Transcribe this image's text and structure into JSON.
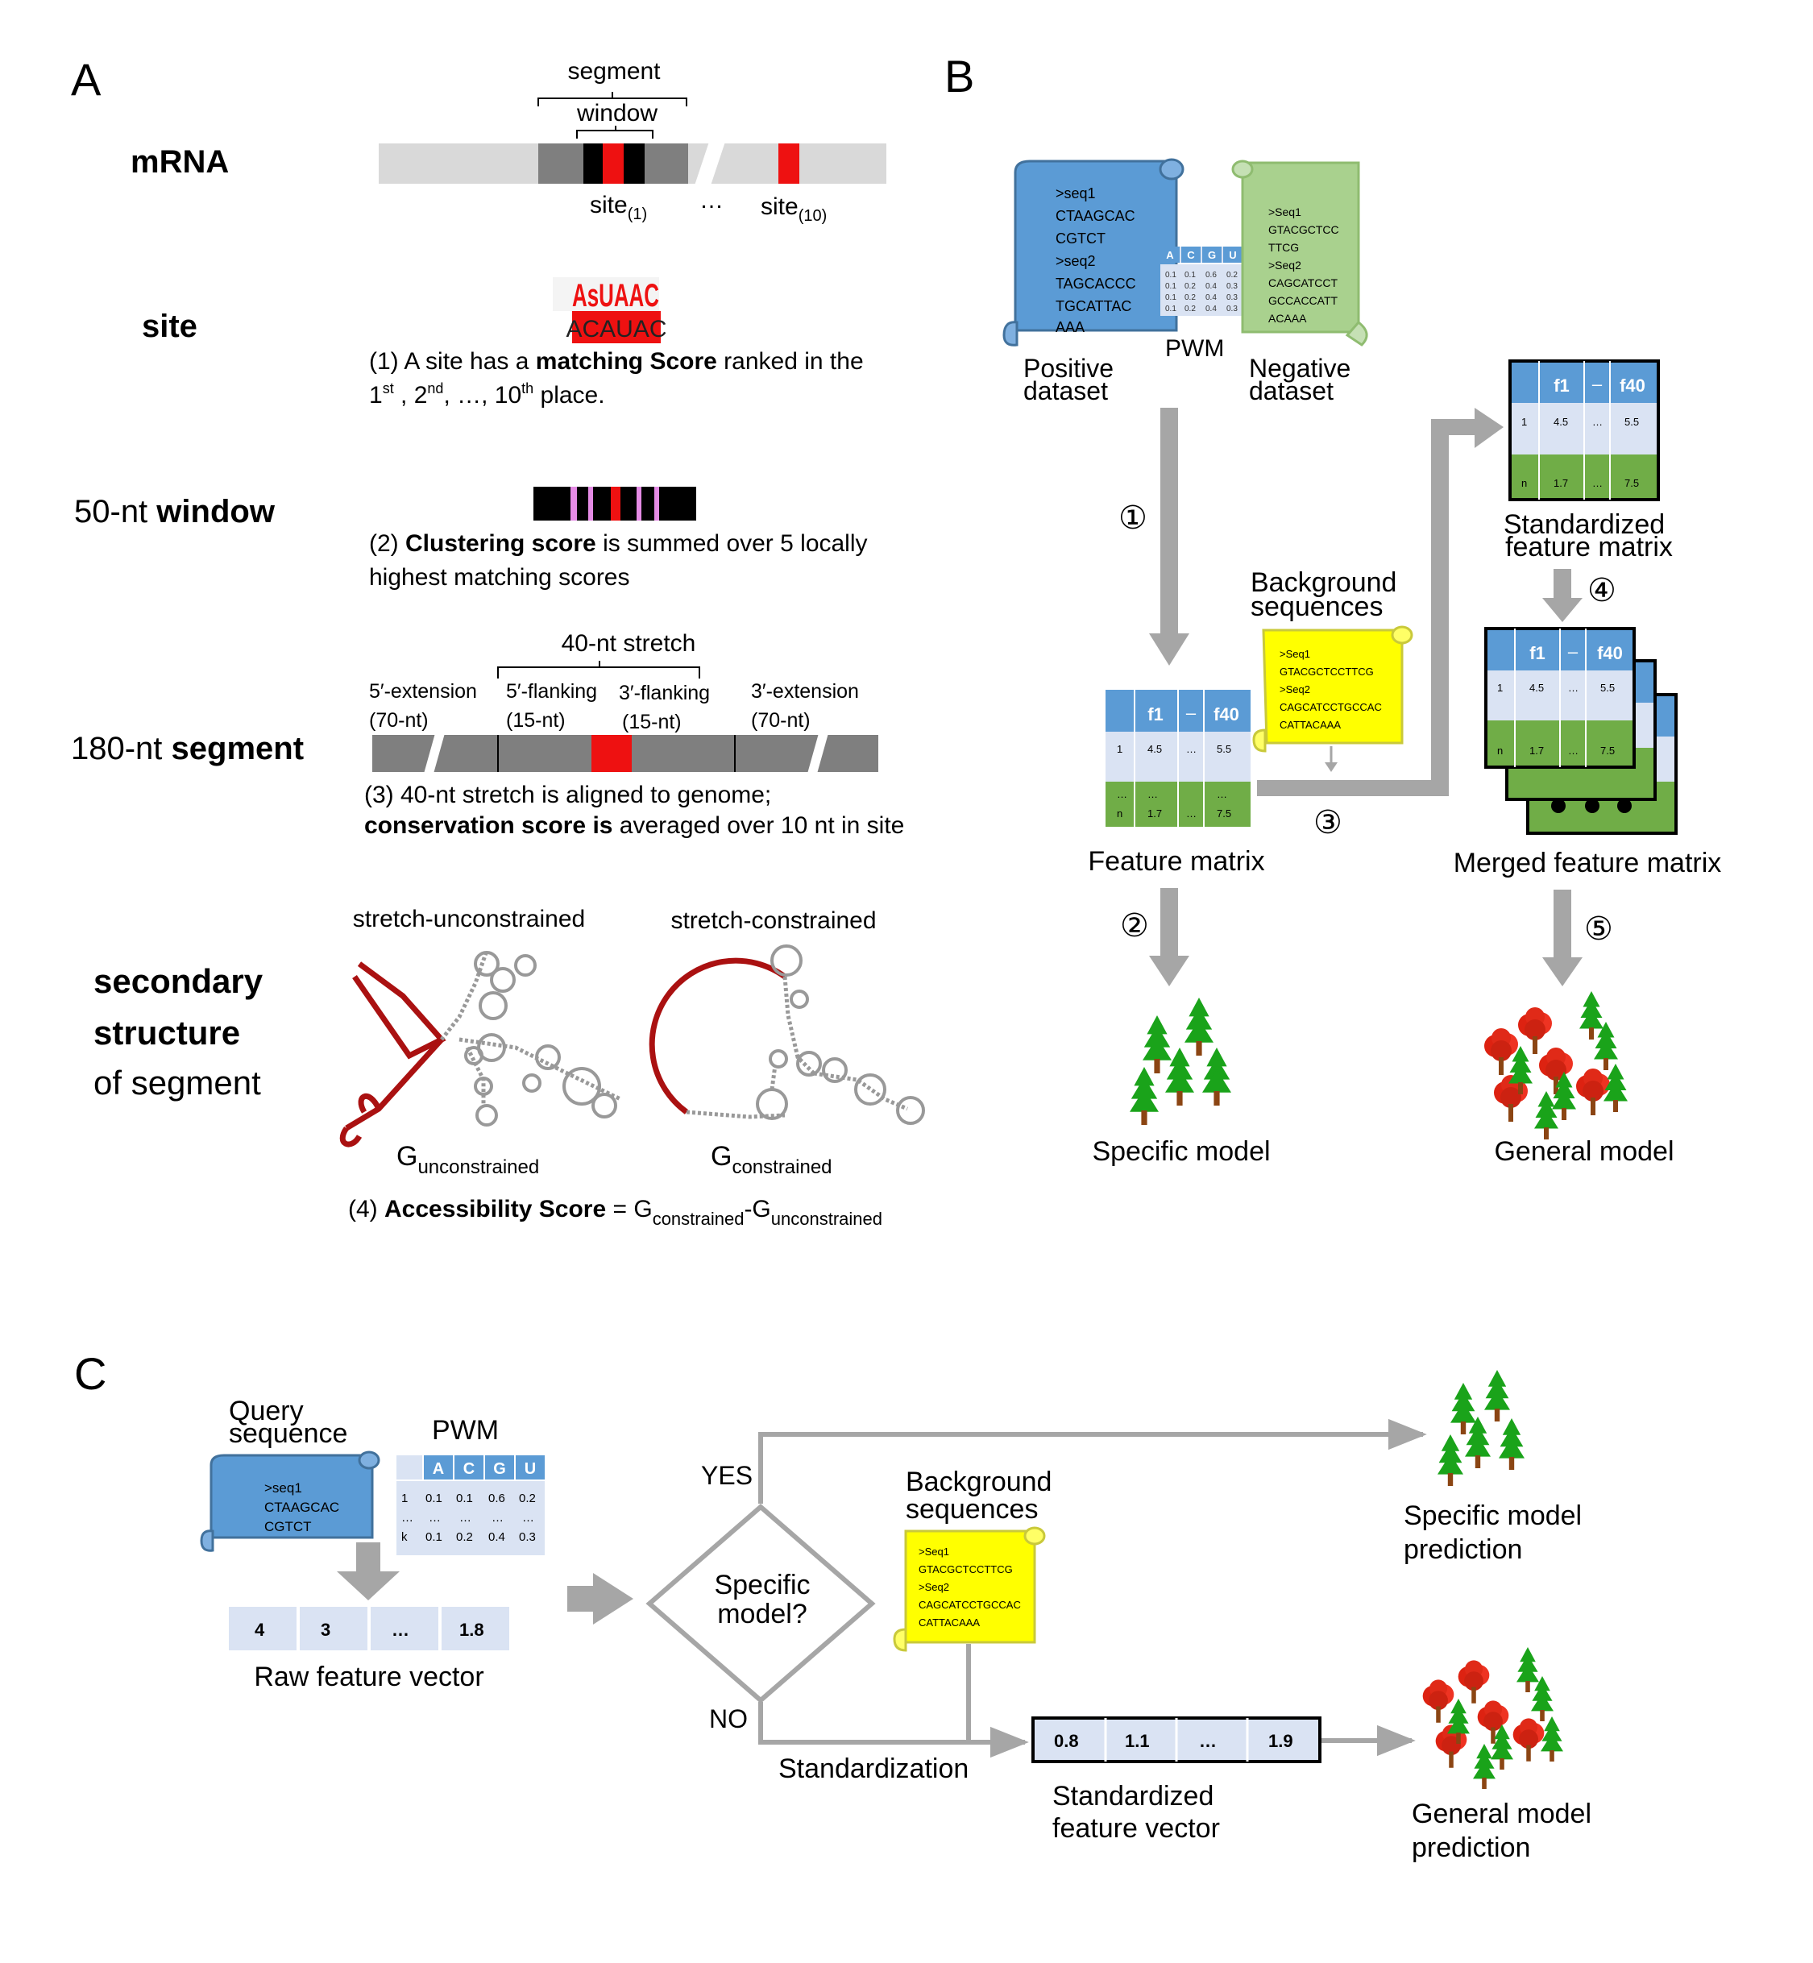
{
  "panels": {
    "a": "A",
    "b": "B",
    "c": "C"
  },
  "colors": {
    "red": "#ee1111",
    "grey_light": "#d9d9d9",
    "grey_dark": "#7f7f7f",
    "black": "#000000",
    "blue": "#5b9bd5",
    "blue_light": "#dae3f3",
    "green": "#a9d18e",
    "green_dark": "#70ad47",
    "yellow": "#ffff00",
    "arrow": "#a6a6a6",
    "pink": "#e58be5",
    "tree": "#1aa31a",
    "trunk": "#8b4513"
  },
  "panel_a": {
    "mrna": {
      "label": "mRNA",
      "segment_label": "segment",
      "window_label": "window",
      "site1": "site",
      "site1_sub": "(1)",
      "ellipsis": "…",
      "site10": "site",
      "site10_sub": "(10)"
    },
    "site": {
      "label": "site",
      "logo_top": "AsUAAC",
      "logo_bottom": "ACAUAC",
      "desc1_a": "(1) A site has a ",
      "desc1_b": "matching Score",
      "desc1_c": " ranked in the",
      "desc2_1": "1",
      "desc2_1s": "st",
      "desc2_2": " , 2",
      "desc2_2s": "nd",
      "desc2_3": ", …, 10",
      "desc2_3s": "th",
      "desc2_4": " place."
    },
    "window": {
      "label_a": "50-nt ",
      "label_b": "window",
      "desc1_a": "(2) ",
      "desc1_b": "Clustering score",
      "desc1_c": " is summed over 5 locally",
      "desc2": "highest matching scores"
    },
    "segment": {
      "label_a": "180-nt ",
      "label_b": "segment",
      "stretch": "40-nt stretch",
      "ext5": "5′-extension",
      "ext5_n": "(70-nt)",
      "fl5": "5′-flanking",
      "fl5_n": "(15-nt)",
      "fl3": "3′-flanking",
      "fl3_n": "(15-nt)",
      "ext3": "3′-extension",
      "ext3_n": "(70-nt)",
      "desc1": "(3) 40-nt stretch is aligned to genome;",
      "desc2_a": "conservation score is",
      "desc2_b": " averaged over 10 nt in site"
    },
    "structure": {
      "label1": "secondary",
      "label2": "structure",
      "label3": "of segment",
      "unc_title": "stretch-unconstrained",
      "con_title": "stretch-constrained",
      "g_unc": "G",
      "g_unc_sub": "unconstrained",
      "g_con": "G",
      "g_con_sub": "constrained",
      "acc_a": "(4) ",
      "acc_b": "Accessibility Score",
      "acc_c": " = G",
      "acc_c_sub": "constrained",
      "acc_d": "-G",
      "acc_d_sub": "unconstrained"
    }
  },
  "panel_b": {
    "positive": {
      "lines": [
        ">seq1",
        "CTAAGCAC",
        "CGTCT",
        ">seq2",
        "TAGCACCC",
        "TGCATTAC",
        "AAA"
      ],
      "label1": "Positive",
      "label2": "dataset"
    },
    "negative": {
      "lines": [
        ">Seq1",
        "GTACGCTCC",
        "TTCG",
        ">Seq2",
        "CAGCATCCT",
        "GCCACCATT",
        "ACAAA"
      ],
      "label1": "Negative",
      "label2": "dataset"
    },
    "pwm": {
      "label": "PWM",
      "header": [
        "A",
        "C",
        "G",
        "U"
      ],
      "rows": [
        [
          "0.1",
          "0.1",
          "0.6",
          "0.2"
        ],
        [
          "0.1",
          "0.2",
          "0.4",
          "0.3"
        ],
        [
          "0.1",
          "0.2",
          "0.4",
          "0.3"
        ],
        [
          "0.1",
          "0.2",
          "0.4",
          "0.3"
        ]
      ]
    },
    "matrix": {
      "h1": "f1",
      "h2": "–",
      "h3": "f40",
      "r1": [
        "1",
        "4.5",
        "…",
        "5.5"
      ],
      "r2": [
        "…",
        "…",
        "…",
        "…"
      ],
      "r3": [
        "…",
        "…",
        "",
        "…"
      ],
      "r4": [
        "n",
        "1.7",
        "…",
        "7.5"
      ]
    },
    "feature_matrix": "Feature matrix",
    "std_matrix1": "Standardized",
    "std_matrix2": "feature matrix",
    "merged": "Merged feature matrix",
    "background1": "Background",
    "background2": "sequences",
    "bg_lines": [
      ">Seq1",
      "GTACGCTCCTTCG",
      ">Seq2",
      "CAGCATCCTGCCAC",
      "CATTACAAA"
    ],
    "steps": [
      "①",
      "②",
      "③",
      "④",
      "⑤"
    ],
    "specific_model": "Specific model",
    "general_model": "General model"
  },
  "panel_c": {
    "query1": "Query",
    "query2": "sequence",
    "query_lines": [
      ">seq1",
      "CTAAGCAC",
      "CGTCT"
    ],
    "pwm": {
      "label": "PWM",
      "header": [
        "A",
        "C",
        "G",
        "U"
      ],
      "rows": [
        [
          "1",
          "0.1",
          "0.1",
          "0.6",
          "0.2"
        ],
        [
          "…",
          "…",
          "…",
          "…",
          "…"
        ],
        [
          "k",
          "0.1",
          "0.2",
          "0.4",
          "0.3"
        ]
      ]
    },
    "raw_vector": [
      "4",
      "3",
      "…",
      "1.8"
    ],
    "raw_label": "Raw feature vector",
    "decision1": "Specific",
    "decision2": "model?",
    "yes": "YES",
    "no": "NO",
    "background1": "Background",
    "background2": "sequences",
    "bg_lines": [
      ">Seq1",
      "GTACGCTCCTTCG",
      ">Seq2",
      "CAGCATCCTGCCAC",
      "CATTACAAA"
    ],
    "standardization": "Standardization",
    "std_vector": [
      "0.8",
      "1.1",
      "…",
      "1.9"
    ],
    "std_label1": "Standardized",
    "std_label2": "feature vector",
    "spec_pred1": "Specific model",
    "spec_pred2": "prediction",
    "gen_pred1": "General model",
    "gen_pred2": "prediction"
  }
}
